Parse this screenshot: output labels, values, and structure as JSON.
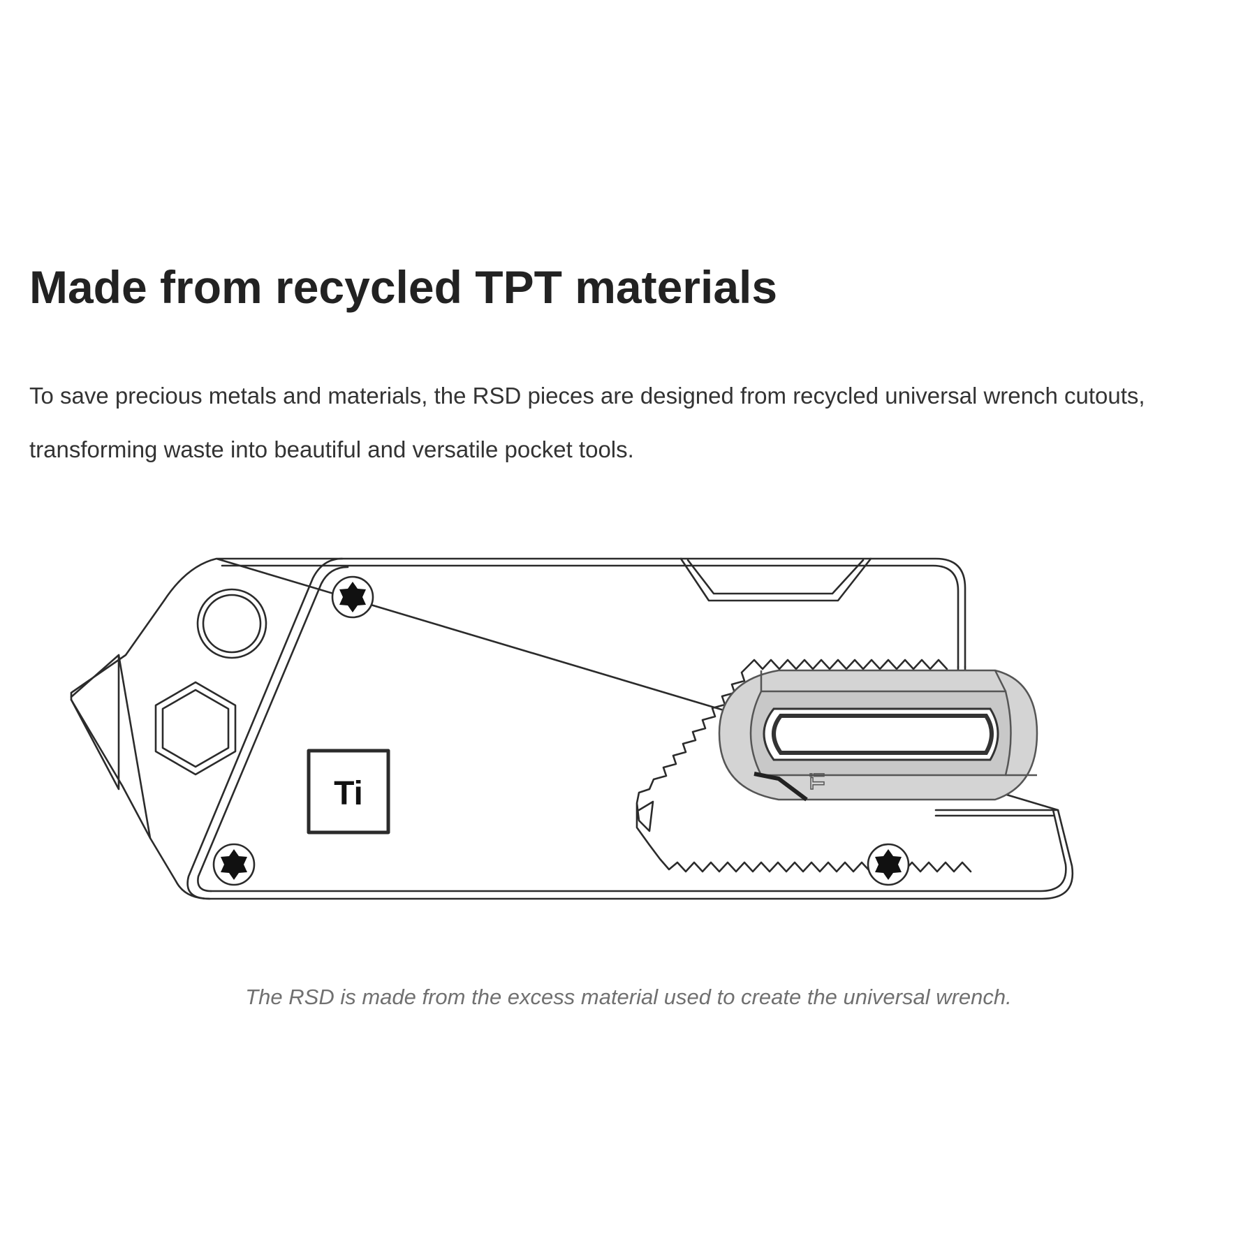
{
  "article": {
    "heading": "Made from recycled TPT materials",
    "body": "To save precious metals and materials, the RSD pieces are designed from recycled universal wrench cutouts, transforming waste into beautiful and versatile pocket tools.",
    "caption": "The RSD is made from the excess material used to create the universal wrench."
  },
  "illustration": {
    "ti_badge_label": "Ti",
    "ti_engraving": "Ti",
    "line_color": "#2b2b2b",
    "insert_fill": "#d4d4d4"
  }
}
